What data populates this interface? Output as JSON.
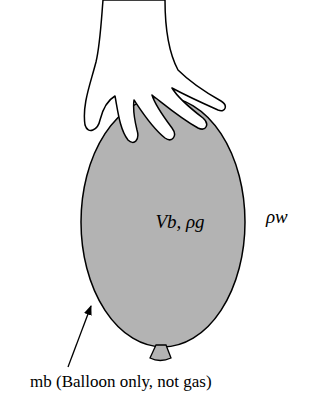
{
  "diagram": {
    "nodes": [
      {
        "text": [
          "Vb, ρg"
        ]
      }
    ],
    "labels": [
      "ρw",
      "mb (Balloon only, not gas)"
    ]
  }
}
